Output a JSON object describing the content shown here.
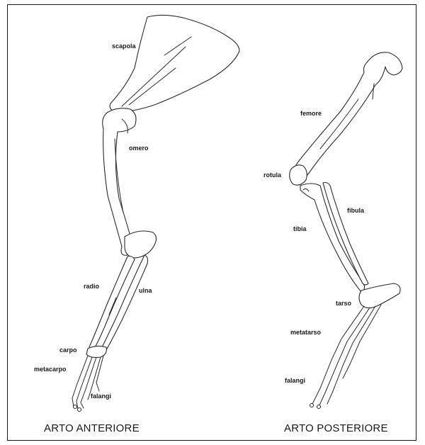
{
  "labels": {
    "forelimb": {
      "scapola": "scapola",
      "omero": "omero",
      "radio": "radio",
      "ulna": "ulna",
      "carpo": "carpo",
      "metacarpo": "metacarpo",
      "falangi": "falangi"
    },
    "hindlimb": {
      "femore": "femore",
      "rotula": "rotula",
      "fibula": "fibula",
      "tibia": "tibia",
      "tarso": "tarso",
      "metatarso": "metatarso",
      "falangi": "falangi"
    }
  },
  "captions": {
    "anterior": "ARTO ANTERIORE",
    "posterior": "ARTO POSTERIORE"
  },
  "colors": {
    "line": "#2a2a2a",
    "text": "#1a1a1a",
    "background": "#ffffff"
  }
}
